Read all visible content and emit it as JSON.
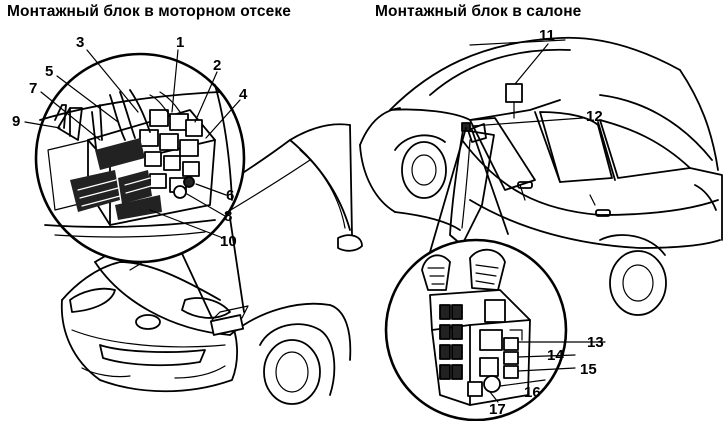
{
  "titles": {
    "engine_compartment": "Монтажный блок в моторном отсеке",
    "cabin": "Монтажный блок в салоне"
  },
  "callouts": [
    "1",
    "2",
    "3",
    "4",
    "5",
    "6",
    "7",
    "8",
    "9",
    "10",
    "11",
    "12",
    "13",
    "14",
    "15",
    "16",
    "17"
  ]
}
